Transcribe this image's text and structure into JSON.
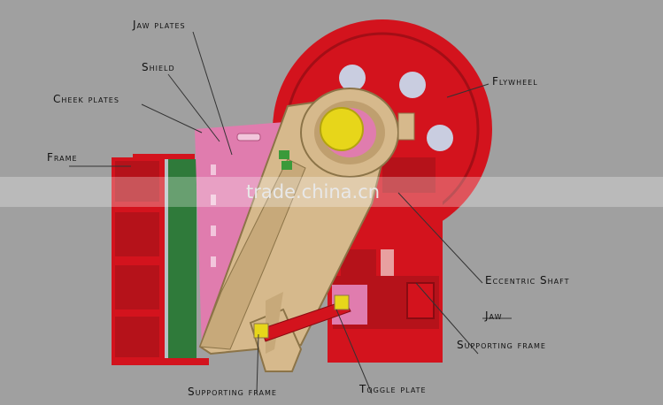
{
  "labels": {
    "jaw_plates": "Jaw plates",
    "shield": "Shield",
    "cheek_plates": "Cheek plates",
    "frame": "Frame",
    "flywheel": "Flywheel",
    "eccentric_shaft": "Eccentric Shaft",
    "jaw": "Jaw",
    "supporting_frame_right": "Supporting frame",
    "supporting_frame_bottom": "Supporting frame",
    "toggle_plate": "Toggle plate"
  },
  "watermark": "trade.china.cn",
  "colors": {
    "background": "#a0a0a0",
    "frame_red": "#d3131d",
    "jaw_tan": "#d6b98c",
    "cheek_green": "#2f7a3a",
    "shield_pink": "#e07cae",
    "shaft_yellow": "#e7d61a",
    "flywheel_hole": "#c9cde0"
  }
}
